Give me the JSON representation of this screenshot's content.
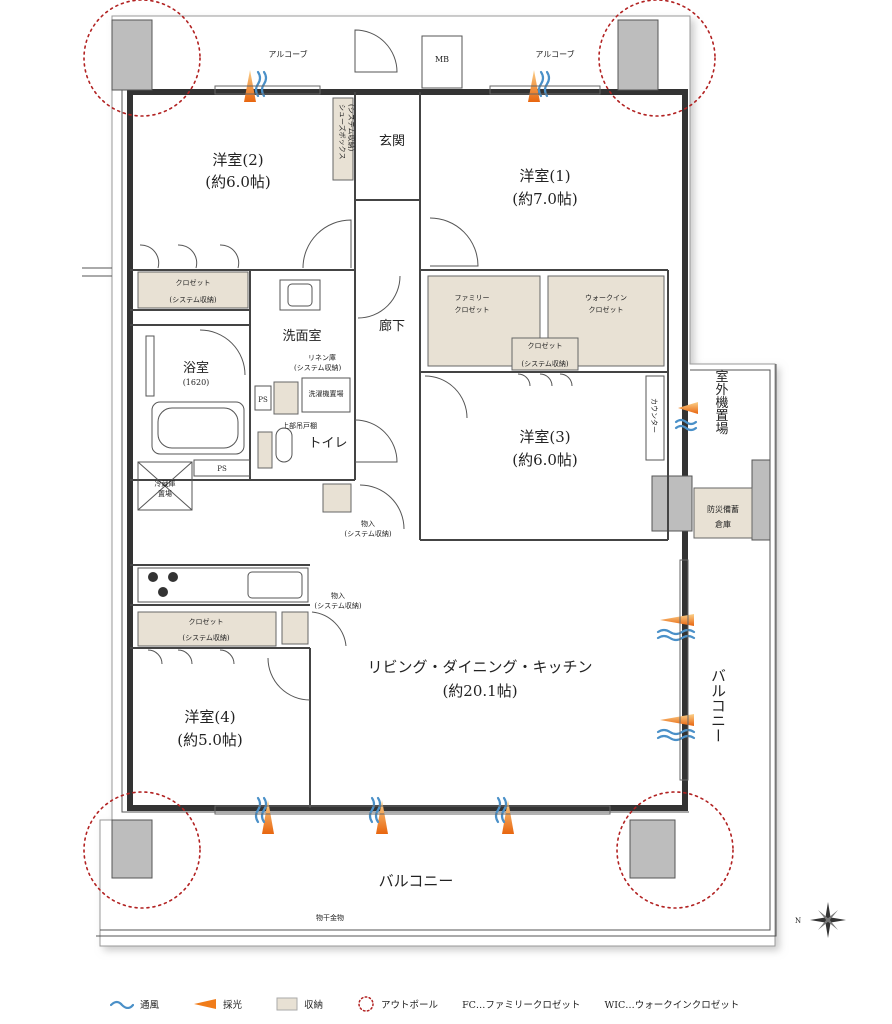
{
  "rooms": {
    "western2_name": "洋室(2)",
    "western2_size": "(約6.0帖)",
    "western1_name": "洋室(1)",
    "western1_size": "(約7.0帖)",
    "western3_name": "洋室(3)",
    "western3_size": "(約6.0帖)",
    "western4_name": "洋室(4)",
    "western4_size": "(約5.0帖)",
    "ldk_name": "リビング・ダイニング・キッチン",
    "ldk_size": "(約20.1帖)",
    "entrance": "玄関",
    "hallway": "廊下",
    "washroom": "洗面室",
    "bath_name": "浴室",
    "bath_size": "(1620)",
    "toilet": "トイレ"
  },
  "labels": {
    "alcove_left": "アルコーブ",
    "alcove_right": "アルコーブ",
    "mb": "MB",
    "shoes_box": "シューズボックス",
    "shoes_box_sub": "(システム収納)",
    "closet_w2": "クロゼット",
    "closet_w2_sub": "(システム収納)",
    "family_closet_1": "ファミリー",
    "family_closet_2": "クロゼット",
    "walkin_closet_1": "ウォークイン",
    "walkin_closet_2": "クロゼット",
    "closet_w3": "クロゼット",
    "closet_w3_sub": "(システム収納)",
    "counter": "カウンター",
    "outdoor_unit": "室外機置場",
    "disaster_storage_1": "防災備蓄",
    "disaster_storage_2": "倉庫",
    "linen": "リネン庫",
    "linen_sub": "(システム収納)",
    "washer": "洗濯機置場",
    "upper_shelf": "上部吊戸棚",
    "ps_1": "PS",
    "ps_2": "PS",
    "fridge_1": "冷蔵庫",
    "fridge_2": "置場",
    "storage_hall": "物入",
    "storage_hall_sub": "(システム収納)",
    "storage_kitchen": "物入",
    "storage_kitchen_sub": "(システム収納)",
    "closet_w4": "クロゼット",
    "closet_w4_sub": "(システム収納)",
    "balcony_south": "バルコニー",
    "balcony_east": "バルコニー",
    "laundry_hanger": "物干金物",
    "north": "N"
  },
  "legend": {
    "ventilation": "通風",
    "daylight": "採光",
    "storage": "収納",
    "outpole": "アウトポール",
    "fc": "FC…ファミリークロゼット",
    "wic": "WIC…ウォークインクロゼット"
  },
  "colors": {
    "storage_fill": "#e8e1d4",
    "wind_blue": "#4a90c8",
    "light_orange": "#f07c1a",
    "outpole_red": "#b22222"
  }
}
